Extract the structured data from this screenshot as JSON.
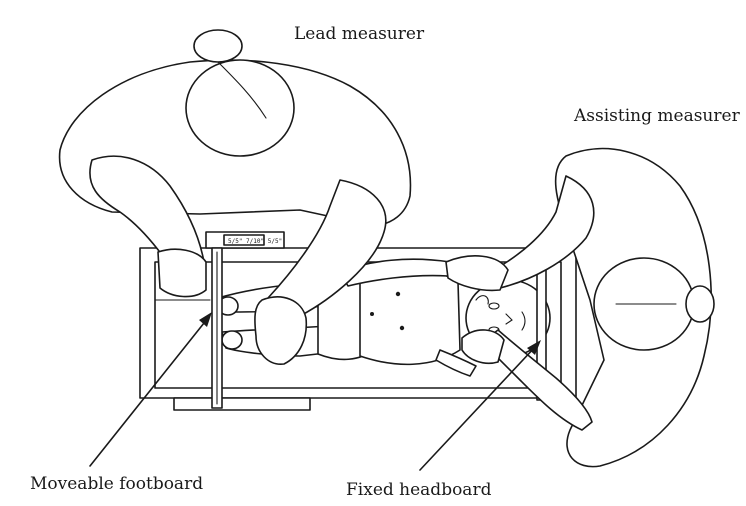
{
  "labels": {
    "lead_measurer": "Lead measurer",
    "assisting_measurer": "Assisting measurer",
    "moveable_footboard": "Moveable footboard",
    "fixed_headboard": "Fixed headboard"
  },
  "scale_marks": "5/5\" 7/10\" 5/5\""
}
